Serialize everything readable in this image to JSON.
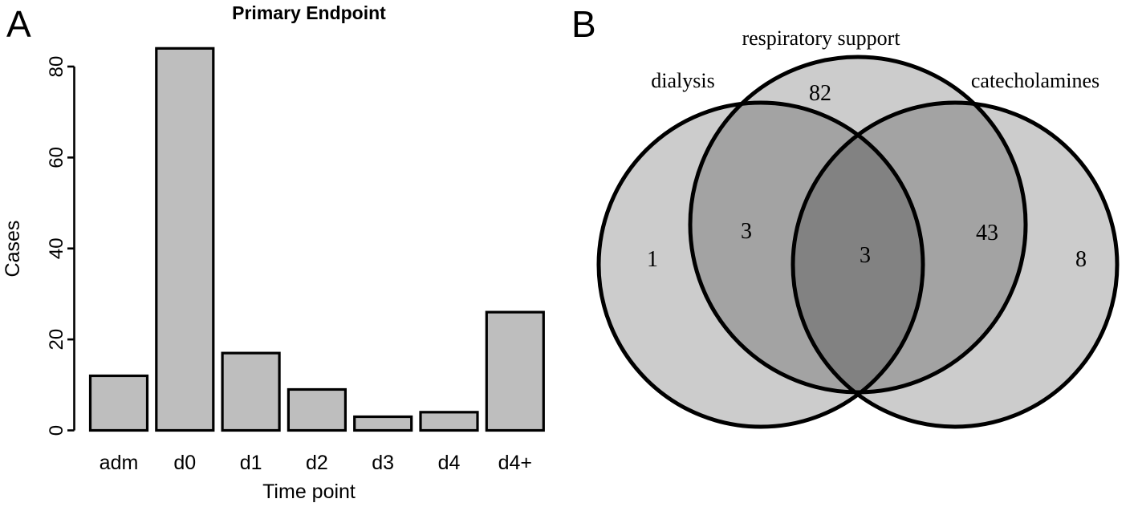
{
  "panels": {
    "a_label": "A",
    "b_label": "B"
  },
  "chart_data": [
    {
      "type": "bar",
      "panel": "A",
      "title": "Primary Endpoint",
      "xlabel": "Time point",
      "ylabel": "Cases",
      "categories": [
        "adm",
        "d0",
        "d1",
        "d2",
        "d3",
        "d4",
        "d4+"
      ],
      "values": [
        12,
        84,
        17,
        9,
        3,
        4,
        26
      ],
      "yticks": [
        0,
        20,
        40,
        60,
        80
      ],
      "ylim": [
        0,
        85
      ],
      "grid": false,
      "legend": "none",
      "bar_fill": "#bebebe",
      "bar_stroke": "#000000"
    },
    {
      "type": "venn",
      "panel": "B",
      "sets": [
        "dialysis",
        "respiratory support",
        "catecholamines"
      ],
      "regions": [
        {
          "sets": [
            "dialysis"
          ],
          "value": 1
        },
        {
          "sets": [
            "respiratory support"
          ],
          "value": 82
        },
        {
          "sets": [
            "catecholamines"
          ],
          "value": 8
        },
        {
          "sets": [
            "dialysis",
            "respiratory support"
          ],
          "value": 3
        },
        {
          "sets": [
            "respiratory support",
            "catecholamines"
          ],
          "value": 43
        },
        {
          "sets": [
            "dialysis",
            "respiratory support",
            "catecholamines"
          ],
          "value": 3
        }
      ],
      "colors": {
        "fill_single": "#cccccc",
        "fill_double": "#a3a3a3",
        "fill_triple": "#8a8a8a",
        "stroke": "#000000"
      }
    }
  ]
}
